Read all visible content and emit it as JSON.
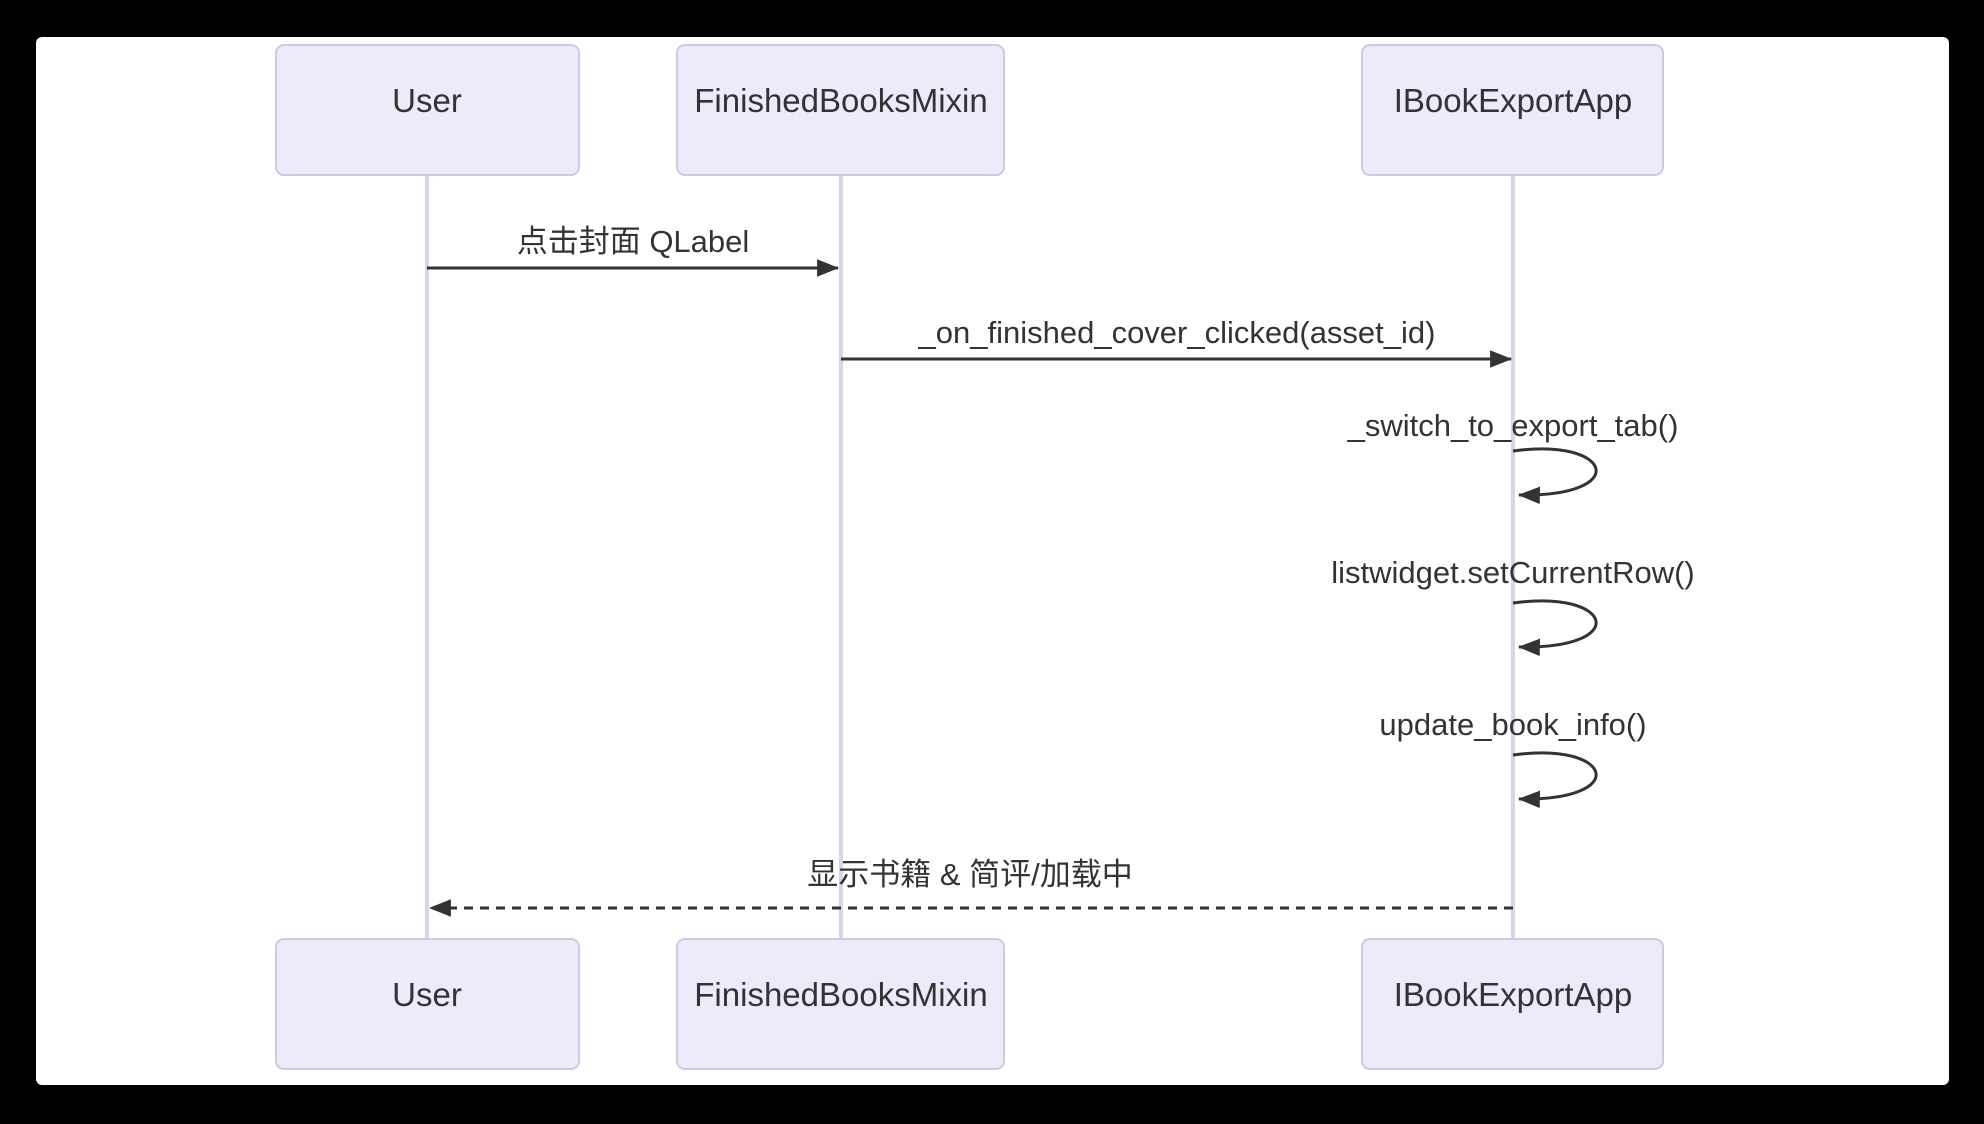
{
  "diagram": {
    "kind": "sequence-diagram",
    "participants": [
      {
        "name": "User"
      },
      {
        "name": "FinishedBooksMixin"
      },
      {
        "name": "IBookExportApp"
      }
    ],
    "messages": [
      {
        "from": "User",
        "to": "FinishedBooksMixin",
        "label": "点击封面 QLabel",
        "line": "solid",
        "kind": "call"
      },
      {
        "from": "FinishedBooksMixin",
        "to": "IBookExportApp",
        "label": "_on_finished_cover_clicked(asset_id)",
        "line": "solid",
        "kind": "call"
      },
      {
        "from": "IBookExportApp",
        "to": "IBookExportApp",
        "label": "_switch_to_export_tab()",
        "line": "solid",
        "kind": "self"
      },
      {
        "from": "IBookExportApp",
        "to": "IBookExportApp",
        "label": "listwidget.setCurrentRow()",
        "line": "solid",
        "kind": "self"
      },
      {
        "from": "IBookExportApp",
        "to": "IBookExportApp",
        "label": "update_book_info()",
        "line": "solid",
        "kind": "self"
      },
      {
        "from": "IBookExportApp",
        "to": "User",
        "label": "显示书籍 & 简评/加载中",
        "line": "dashed",
        "kind": "return"
      }
    ],
    "colors": {
      "page_background": "#000000",
      "canvas_background": "#ffffff",
      "actor_fill": "#ecebfa",
      "actor_border": "#cfc9e6",
      "lifeline": "#d8d3ee",
      "message_line": "#333333",
      "text": "#333333"
    }
  }
}
